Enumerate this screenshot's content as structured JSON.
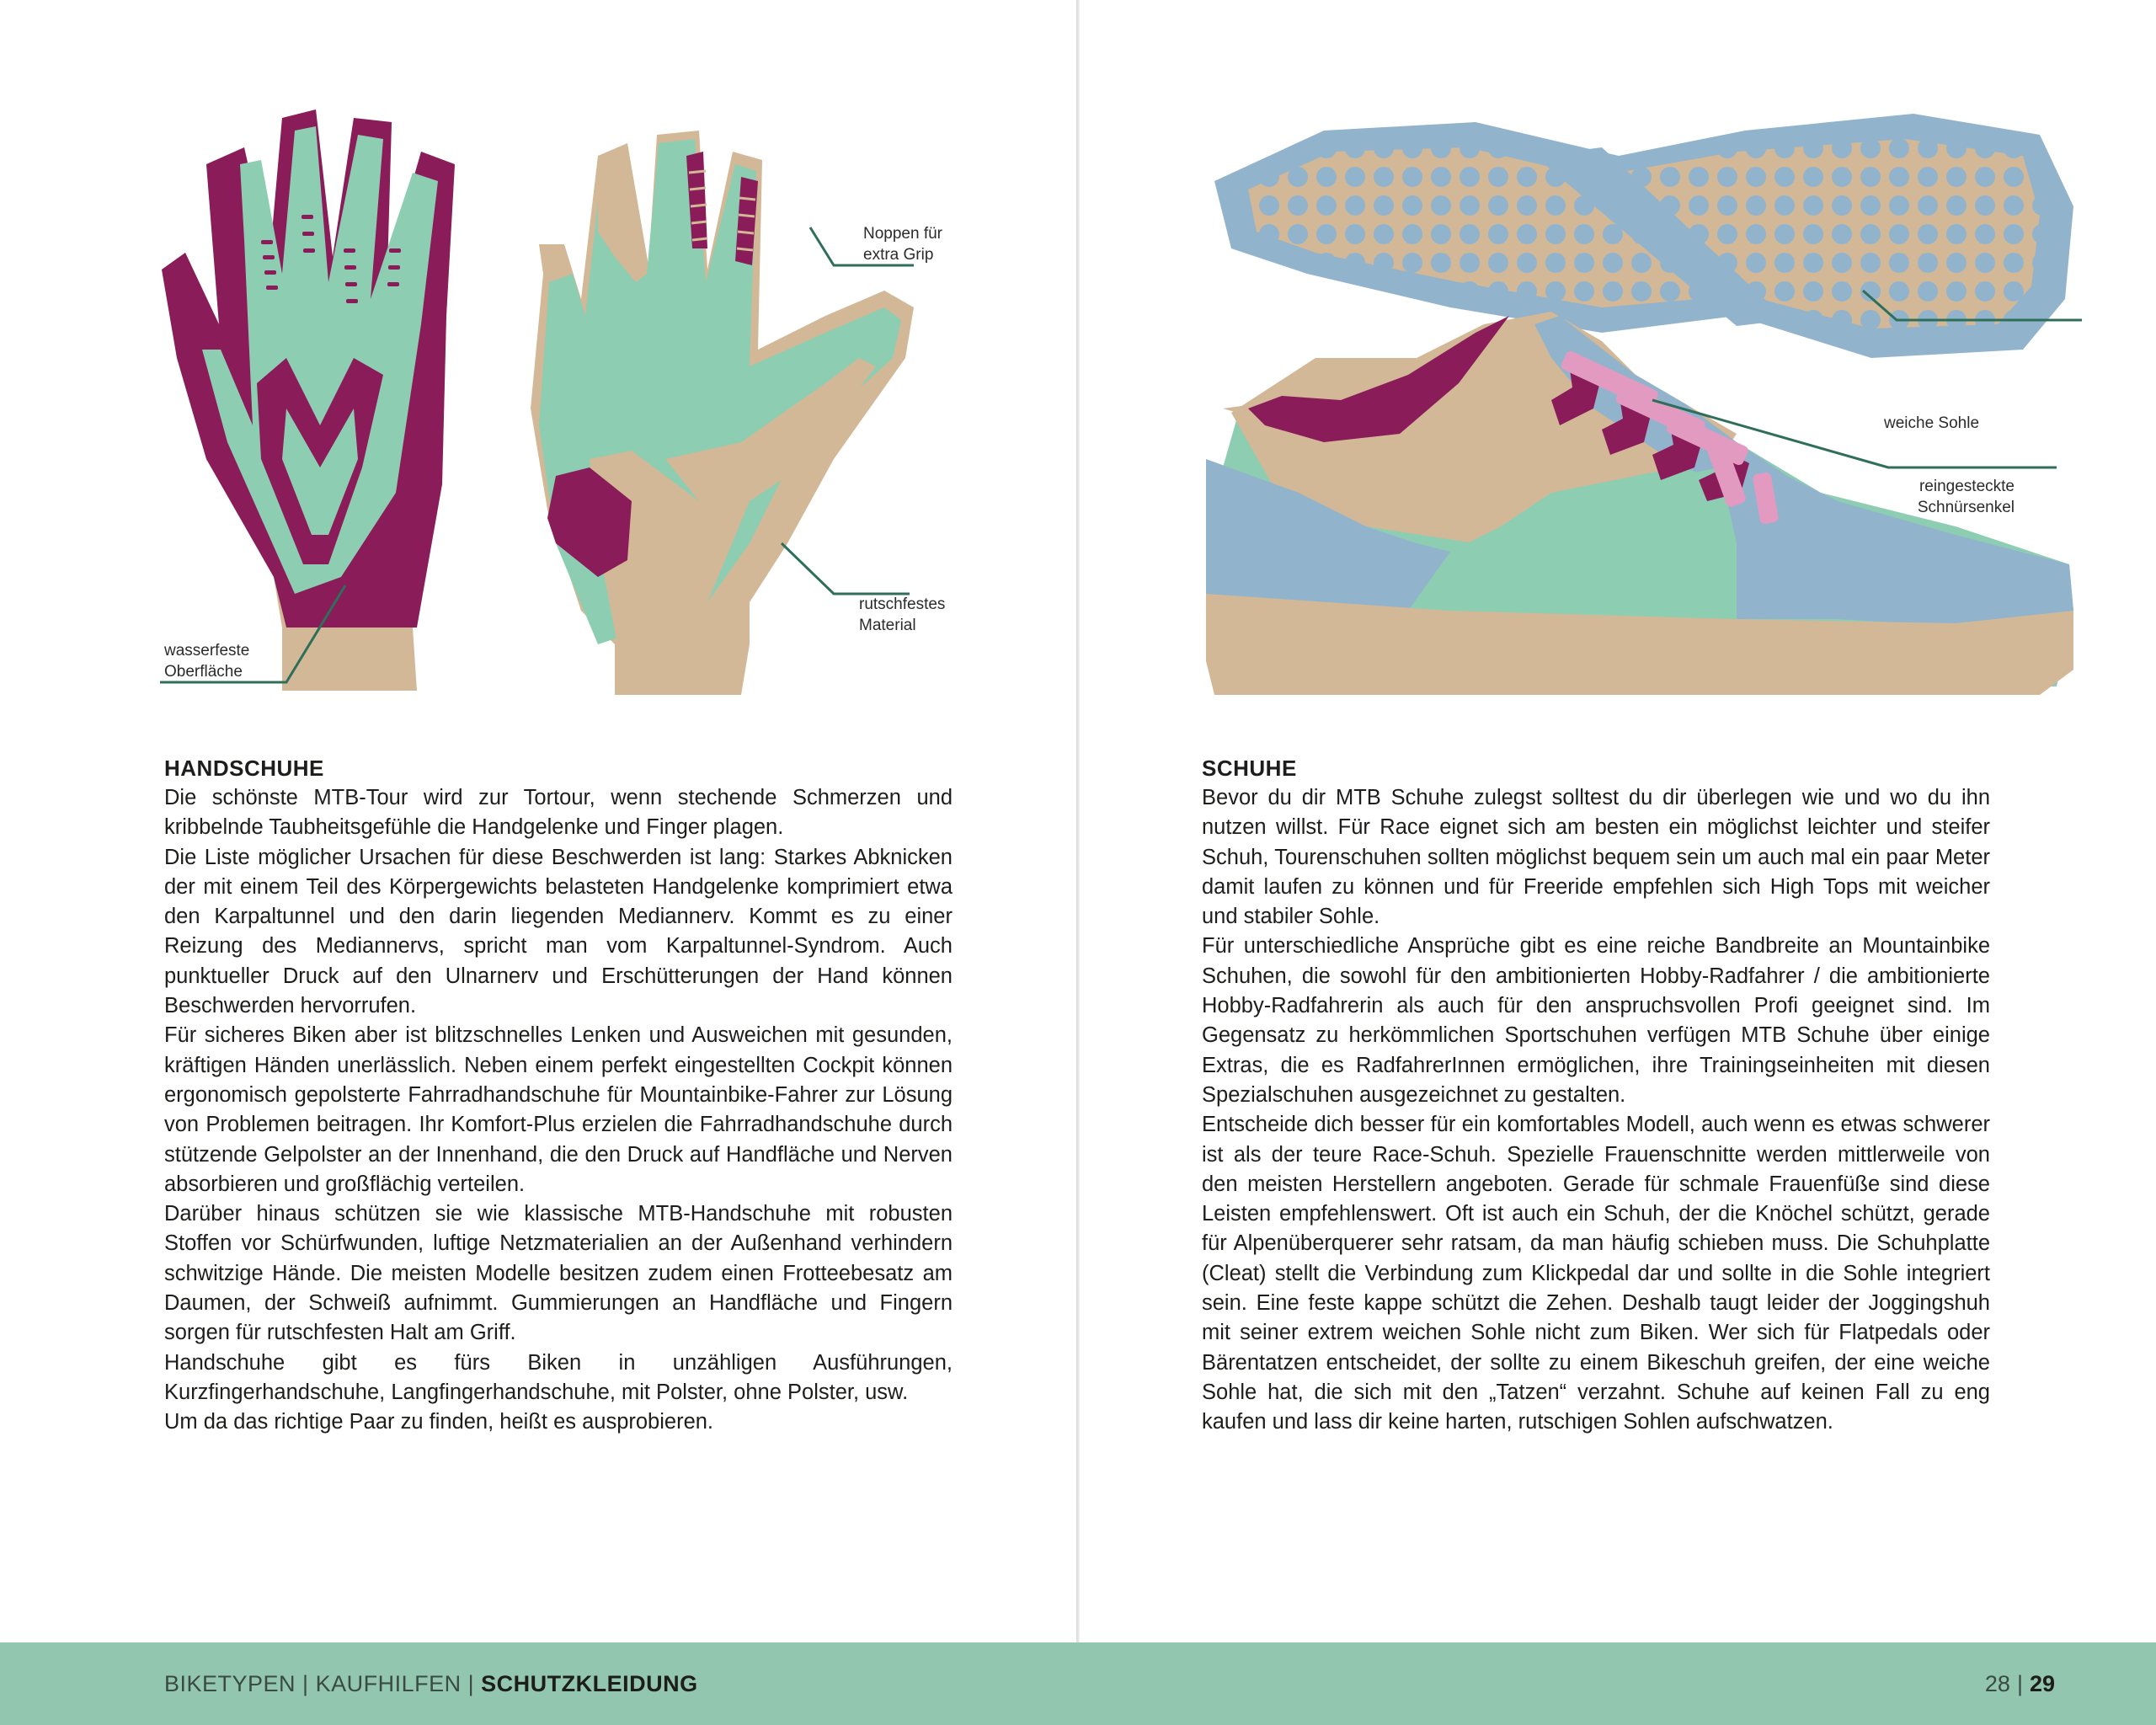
{
  "left_page": {
    "callouts": {
      "grip": [
        "Noppen für",
        "extra Grip"
      ],
      "material": [
        "rutschfestes",
        "Material"
      ],
      "surface": [
        "wasserfeste",
        "Oberfläche"
      ]
    },
    "heading": "HANDSCHUHE",
    "paragraphs": [
      "Die schönste MTB-Tour wird zur Tortour, wenn stechende Schmerzen und kribbelnde Taubheitsgefühle die Handgelenke und Finger plagen.",
      "Die Liste möglicher Ursachen für diese Beschwerden ist lang: Starkes Abknicken der mit einem Teil des Körpergewichts belasteten Handgelenke komprimiert etwa den Karpaltunnel und den darin liegenden Mediannerv. Kommt es zu einer Reizung des Mediannervs, spricht man vom Karpaltunnel-Syndrom. Auch punktueller Druck auf den Ulnarnerv und Erschütterungen der Hand können Beschwerden hervorrufen.",
      "Für sicheres Biken aber ist blitzschnelles Lenken und Ausweichen mit gesunden, kräftigen Händen unerlässlich. Neben einem perfekt eingestellten Cockpit können ergonomisch gepolsterte Fahrradhandschuhe für Mountainbike-Fahrer zur Lösung von Problemen beitragen. Ihr Komfort-Plus erzielen die Fahrradhandschuhe durch stützende Gelpolster an der Innenhand, die den Druck auf Handfläche und Nerven absorbieren und großflächig verteilen.",
      "Darüber hinaus schützen sie wie klassische MTB-Handschuhe mit robusten Stoffen vor Schürfwunden, luftige Netzmaterialien an der Außenhand verhindern schwitzige Hände. Die meisten Modelle besitzen zudem einen Frotteebesatz am Daumen, der Schweiß aufnimmt. Gummierungen an Handfläche und Fingern sorgen für rutschfesten Halt am Griff.",
      "Handschuhe gibt es fürs Biken in unzähligen Ausführungen, Kurzfingerhandschuhe, Langfingerhandschuhe, mit Polster, ohne Polster, usw.",
      "Um da das richtige Paar zu finden, heißt es ausprobieren."
    ]
  },
  "right_page": {
    "callouts": {
      "sole": [
        "weiche Sohle"
      ],
      "laces": [
        "reingesteckte",
        "Schnürsenkel"
      ]
    },
    "heading": "SCHUHE",
    "paragraphs": [
      "Bevor du dir MTB Schuhe zulegst solltest du dir überlegen wie und wo du ihn nutzen willst. Für Race eignet sich am besten ein möglichst leichter und steifer Schuh, Tourenschuhen sollten möglichst bequem sein um auch mal ein paar Meter damit laufen zu können und für Freeride empfehlen sich High Tops mit weicher und stabiler Sohle.",
      "Für unterschiedliche Ansprüche gibt es eine reiche Bandbreite an Mountainbike Schuhen, die sowohl für den ambitionierten Hobby-Radfahrer / die ambitionierte Hobby-Radfahrerin als auch für den anspruchsvollen Profi geeignet sind. Im Gegensatz zu herkömmlichen Sportschuhen verfügen MTB Schuhe über einige Extras, die es RadfahrerInnen ermöglichen, ihre Trainingseinheiten mit diesen Spezialschuhen ausgezeichnet zu gestalten.",
      "Entscheide dich besser für ein komfortables Modell, auch wenn es etwas schwerer ist als der teure Race-Schuh. Spezielle Frauenschnitte werden mittlerweile von den meisten Herstellern angeboten. Gerade für schmale Frauenfüße sind diese Leisten empfehlenswert. Oft ist auch ein Schuh, der die Knöchel schützt, gerade für Alpenüberquerer sehr ratsam, da man häufig schieben muss. Die Schuhplatte (Cleat) stellt die Verbindung zum Klickpedal dar und sollte in die Sohle integriert sein. Eine feste kappe schützt die Zehen. Deshalb taugt leider der Joggingshuh mit seiner extrem weichen Sohle nicht zum Biken. Wer sich für Flatpedals oder Bärentatzen entscheidet, der sollte zu einem Bikeschuh greifen, der eine weiche Sohle hat, die sich mit den „Tatzen“ verzahnt. Schuhe auf keinen Fall zu eng kaufen und lass dir keine harten, rutschigen Sohlen aufschwatzen."
    ]
  },
  "footer": {
    "nav": [
      "BIKETYPEN",
      "KAUFHILFEN",
      "SCHUTZKLEIDUNG"
    ],
    "separator": "|",
    "page_left": "28",
    "page_right": "29"
  },
  "colors": {
    "mint": "#8dcdb2",
    "magenta": "#8b1c5a",
    "beige": "#d2b896",
    "blue": "#92b3cc",
    "pink": "#e29ac0",
    "footer": "#93c6ae"
  }
}
